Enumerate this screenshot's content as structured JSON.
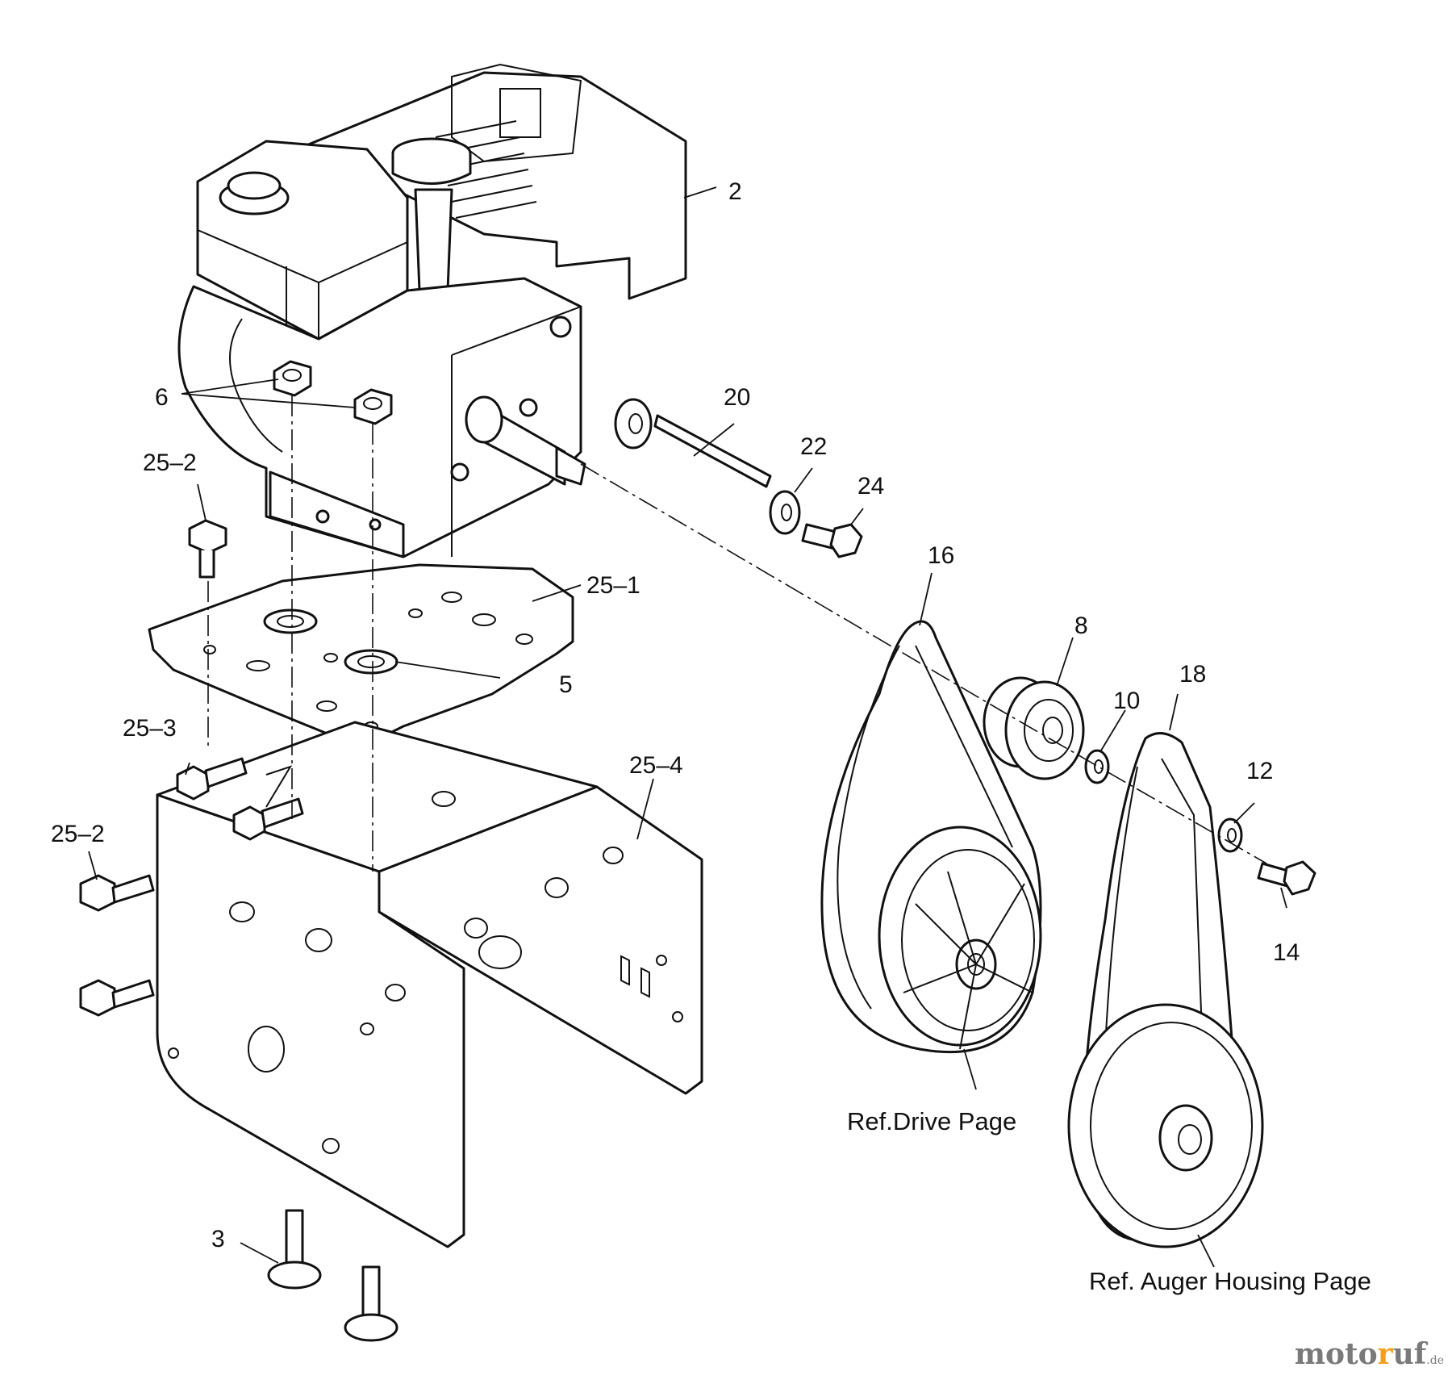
{
  "labels": {
    "p2": "2",
    "p6": "6",
    "p20": "20",
    "p22": "22",
    "p24": "24",
    "p25_2a": "25–2",
    "p16": "16",
    "p25_1": "25–1",
    "p8": "8",
    "p18": "18",
    "p5": "5",
    "p10": "10",
    "p25_3": "25–3",
    "p25_4": "25–4",
    "p12": "12",
    "p25_2b": "25–2",
    "p14": "14",
    "p3": "3"
  },
  "references": {
    "drive": "Ref.Drive Page",
    "auger": "Ref. Auger Housing Page"
  },
  "watermark": {
    "pre": "moto",
    "dot": "r",
    "post": "uf",
    "tld": ".de"
  }
}
